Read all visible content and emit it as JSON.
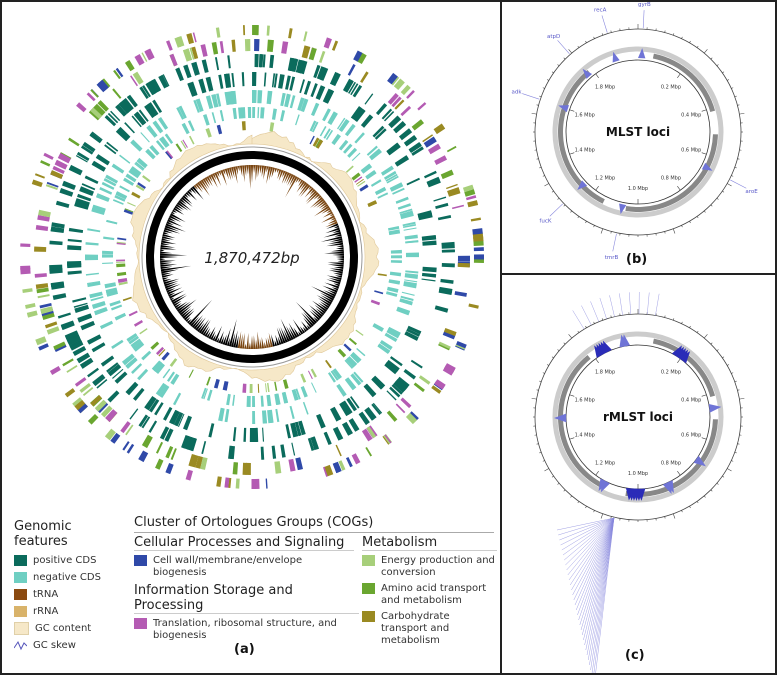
{
  "panel_a": {
    "genome_size": "1,870,472bp",
    "label": "(a)",
    "legend": {
      "genomic_header": "Genomic features",
      "genomic_items": [
        {
          "label": "positive CDS",
          "color": "#0b6b5c"
        },
        {
          "label": "negative CDS",
          "color": "#6fcfc2"
        },
        {
          "label": "tRNA",
          "color": "#8b4a10"
        },
        {
          "label": "rRNA",
          "color": "#d9b36a"
        },
        {
          "label": "GC content",
          "color": "#f6e8c8"
        },
        {
          "label": "GC skew",
          "color": "#4444aa"
        }
      ],
      "cog_header": "Cluster of Ortologues Groups (COGs)",
      "cellular_header": "Cellular Processes and Signaling",
      "cellular_items": [
        {
          "label": "Cell wall/membrane/envelope biogenesis",
          "color": "#2f49a8"
        }
      ],
      "info_header": "Information Storage and Processing",
      "info_items": [
        {
          "label": "Translation, ribosomal structure, and biogenesis",
          "color": "#b45bb3"
        }
      ],
      "metab_header": "Metabolism",
      "metab_items": [
        {
          "label": "Energy production and conversion",
          "color": "#a7cf7a"
        },
        {
          "label": "Amino acid transport and metabolism",
          "color": "#6aa630"
        },
        {
          "label": "Carbohydrate transport and metabolism",
          "color": "#9a8a22"
        }
      ]
    }
  },
  "panel_b": {
    "title": "MLST loci",
    "label": "(b)",
    "ticks": [
      "0.2 Mbp",
      "0.4 Mbp",
      "0.6 Mbp",
      "0.8 Mbp",
      "1.0 Mbp",
      "1.2 Mbp",
      "1.4 Mbp",
      "1.6 Mbp",
      "1.8 Mbp"
    ],
    "genes": [
      "recA",
      "gyrB",
      "atpD",
      "adk",
      "aroE",
      "fucK",
      "tmrB"
    ]
  },
  "panel_c": {
    "title": "rMLST loci",
    "label": "(c)",
    "ticks": [
      "0.2 Mbp",
      "0.4 Mbp",
      "0.6 Mbp",
      "0.8 Mbp",
      "1.0 Mbp",
      "1.2 Mbp",
      "1.4 Mbp",
      "1.6 Mbp",
      "1.8 Mbp"
    ]
  }
}
